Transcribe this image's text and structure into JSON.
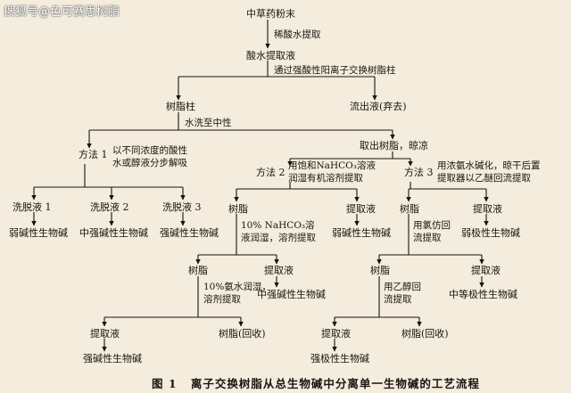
{
  "watermark": "搜狐号@色可赛思树脂",
  "caption": {
    "figure": "图 1",
    "text": "离子交换树脂从总生物碱中分离单一生物碱的工艺流程"
  },
  "nodes": {
    "herb_powder": "中草药粉末",
    "acid_extract_step": "稀酸水提取",
    "acid_extract": "酸水提取液",
    "strong_acid_resin_step": "通过强酸性阳离子交换树脂柱",
    "resin_column": "树脂柱",
    "effluent": "流出液(弃去)",
    "wash_neutral": "水洗至中性",
    "remove_resin": "取出树脂，晾凉",
    "method1_label": "方法 1",
    "method1_desc_1": "以不同浓度的酸性",
    "method1_desc_2": "水或醇液分步解吸",
    "method2_label": "方法 2",
    "method2_desc_1": "用饱和NaHCO₃溶液",
    "method2_desc_2": "润湿有机溶剂提取",
    "method3_label": "方法 3",
    "method3_desc_1": "用浓氨水碱化，晾干后置",
    "method3_desc_2": "提取器以乙醚回流提取",
    "eluate1": "洗脱液 1",
    "eluate2": "洗脱液 2",
    "eluate3": "洗脱液 3",
    "weak_base_1": "弱碱性生物碱",
    "medium_strong_base": "中强碱性生物碱",
    "strong_base_1": "强碱性生物碱",
    "m2_resin": "树脂",
    "m2_extract": "提取液",
    "m2_step_1": "10% NaHCO₃溶",
    "m2_step_2": "液润湿，溶剂提取",
    "m2_weak_base": "弱碱性生物碱",
    "m3_resin": "树脂",
    "m3_extract": "提取液",
    "m3_chloroform_1": "用氯仿回",
    "m3_chloroform_2": "流提取",
    "m3_weakest_base": "弱极性生物碱",
    "lvl3_resin": "树脂",
    "lvl3_extract": "提取液",
    "ammonia_1": "10%氨水润湿，",
    "ammonia_2": "溶剂提取",
    "lvl3_medium_strong": "中强碱性生物碱",
    "lvl3b_resin": "树脂",
    "lvl3b_extract": "提取液",
    "ethanol_1": "用乙醇回",
    "ethanol_2": "流提取",
    "medium_polar_base": "中等极性生物碱",
    "lvl4_extract": "提取液",
    "lvl4_resin_recycle": "树脂(回收)",
    "lvl4_strong_base": "强碱性生物碱",
    "lvl4b_extract": "提取液",
    "lvl4b_resin_recycle": "树脂(回收)",
    "lvl4b_strong_polar": "强极性生物碱"
  }
}
